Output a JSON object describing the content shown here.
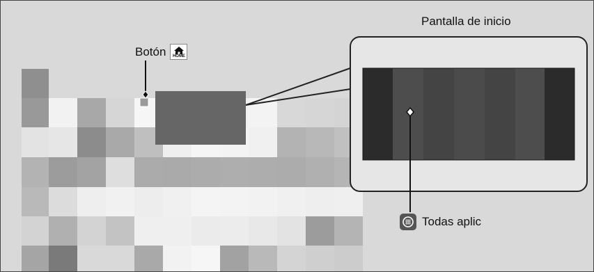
{
  "title": "Pantalla de inicio",
  "home_button": {
    "label": "Botón",
    "badge_text": "HOME",
    "icon": "home-icon"
  },
  "apps_button": {
    "label": "Todas aplic",
    "icon": "apps-grid-icon"
  },
  "colors": {
    "background": "#d9d9d9",
    "callout_panel": "#e6e6e6",
    "screen_dark": "#2b2b2b",
    "screen_mid": "#4a4a4a",
    "thumbnail": "#666666"
  }
}
